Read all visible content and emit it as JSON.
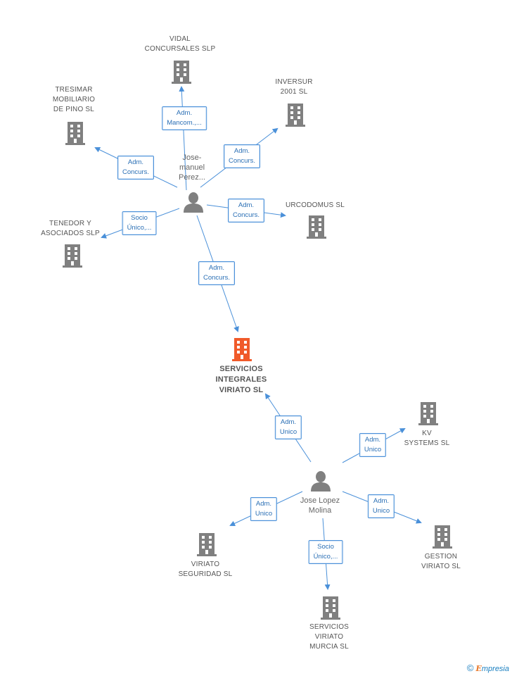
{
  "colors": {
    "company": "#808080",
    "main_company": "#f05a2a",
    "person": "#808080",
    "edge": "#4a90d9"
  },
  "companies": {
    "vidal": {
      "label": "VIDAL\nCONCURSALES SLP"
    },
    "tresimar": {
      "label": "TRESIMAR\nMOBILIARIO\nDE PINO SL"
    },
    "inversur": {
      "label": "INVERSUR\n2001 SL"
    },
    "urcodomus": {
      "label": "URCODOMUS SL"
    },
    "tenedor": {
      "label": "TENEDOR Y\nASOCIADOS SLP"
    },
    "main": {
      "label": "SERVICIOS\nINTEGRALES\nVIRIATO SL"
    },
    "kv": {
      "label": "KV\nSYSTEMS SL"
    },
    "viriato_seguridad": {
      "label": "VIRIATO\nSEGURIDAD SL"
    },
    "gestion_viriato": {
      "label": "GESTION\nVIRIATO SL"
    },
    "viriato_murcia": {
      "label": "SERVICIOS\nVIRIATO\nMURCIA SL"
    }
  },
  "persons": {
    "jose_manuel": {
      "label": "Jose-\nmanuel\nPerez..."
    },
    "jose_lopez": {
      "label": "Jose Lopez\nMolina"
    }
  },
  "edges": {
    "jm_vidal": "Adm.\nMancom.,...",
    "jm_tresimar": "Adm.\nConcurs.",
    "jm_inversur": "Adm.\nConcurs.",
    "jm_urcodomus": "Adm.\nConcurs.",
    "jm_tenedor": "Socio\nÚnico,...",
    "jm_main": "Adm.\nConcurs.",
    "jl_main": "Adm.\nUnico",
    "jl_kv": "Adm.\nUnico",
    "jl_seguridad": "Adm.\nUnico",
    "jl_gestion": "Adm.\nUnico",
    "jl_murcia": "Socio\nÚnico,..."
  },
  "brand": {
    "copyright": "©",
    "name_initial": "E",
    "name_rest": "mpresia"
  }
}
